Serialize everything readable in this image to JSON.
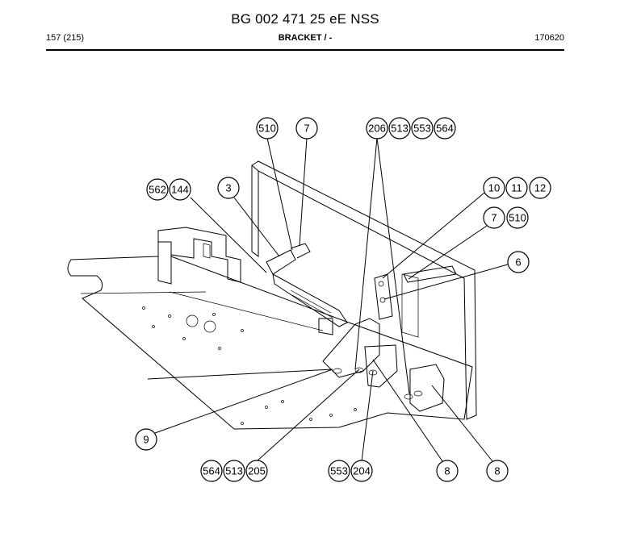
{
  "header": {
    "title": "BG 002 471 25 eE NSS",
    "page": "157 (215)",
    "section": "BRACKET / -",
    "code": "170620"
  },
  "callouts": [
    {
      "label": "510"
    },
    {
      "label": "7"
    },
    {
      "label": "206"
    },
    {
      "label": "513"
    },
    {
      "label": "553"
    },
    {
      "label": "564"
    },
    {
      "label": "562"
    },
    {
      "label": "144"
    },
    {
      "label": "3"
    },
    {
      "label": "10"
    },
    {
      "label": "11"
    },
    {
      "label": "12"
    },
    {
      "label": "7"
    },
    {
      "label": "510"
    },
    {
      "label": "6"
    },
    {
      "label": "9"
    },
    {
      "label": "564"
    },
    {
      "label": "513"
    },
    {
      "label": "205"
    },
    {
      "label": "553"
    },
    {
      "label": "204"
    },
    {
      "label": "8"
    },
    {
      "label": "8"
    }
  ]
}
